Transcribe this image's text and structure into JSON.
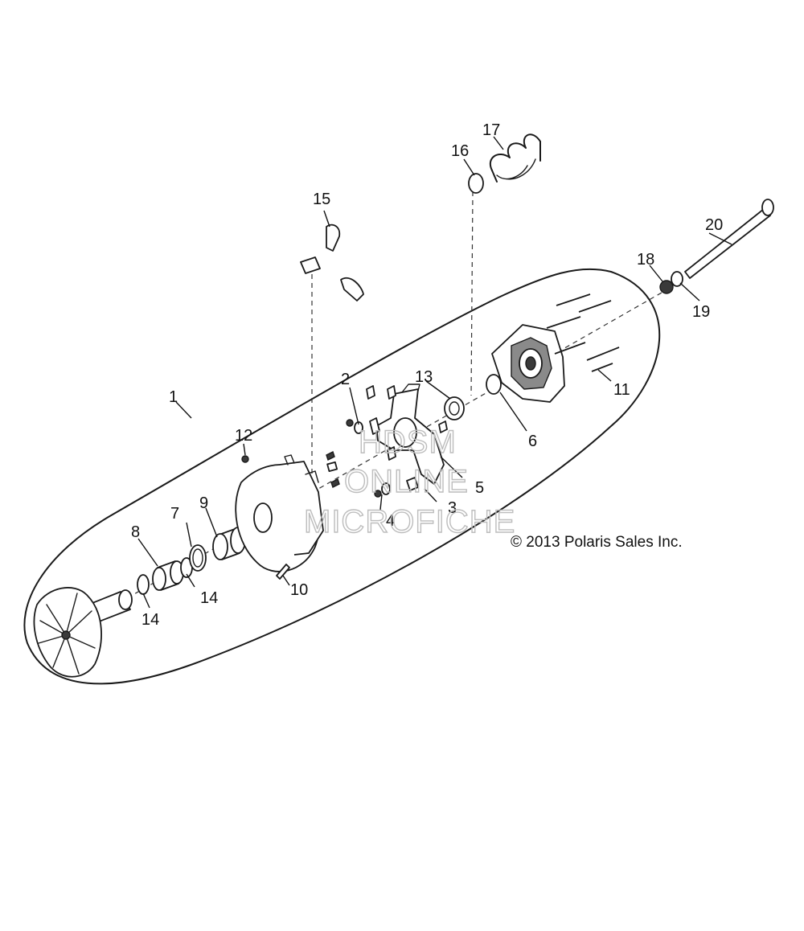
{
  "copyright": "© 2013 Polaris Sales Inc.",
  "watermark": [
    "HDSM",
    "ONLINE",
    "MICROFICHE"
  ],
  "callouts": [
    "1",
    "2",
    "3",
    "4",
    "5",
    "6",
    "7",
    "8",
    "9",
    "10",
    "11",
    "12",
    "13",
    "14",
    "14",
    "14",
    "15",
    "16",
    "17",
    "18",
    "19",
    "20"
  ]
}
